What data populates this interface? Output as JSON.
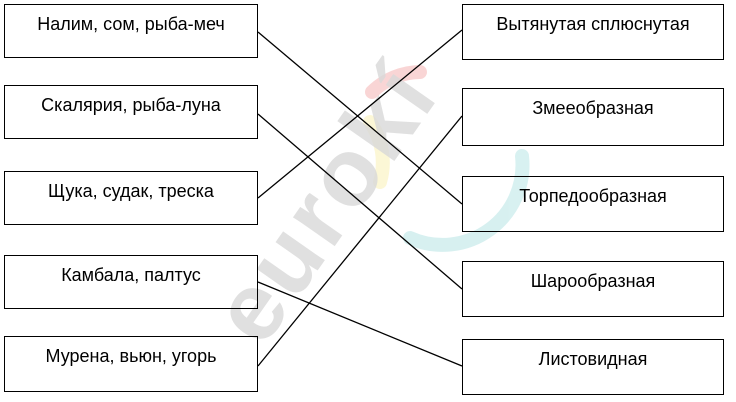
{
  "diagram": {
    "left_items": [
      {
        "label": "Налим, сом, рыба-меч"
      },
      {
        "label": "Скалярия, рыба-луна"
      },
      {
        "label": "Щука, судак, треска"
      },
      {
        "label": "Камбала, палтус"
      },
      {
        "label": "Мурена, вьюн, угорь"
      }
    ],
    "right_items": [
      {
        "label": "Вытянутая сплюснутая"
      },
      {
        "label": "Змееобразная"
      },
      {
        "label": "Торпедообразная"
      },
      {
        "label": "Шарообразная"
      },
      {
        "label": "Листовидная"
      }
    ],
    "connections": [
      {
        "from": 0,
        "to": 2
      },
      {
        "from": 1,
        "to": 3
      },
      {
        "from": 2,
        "to": 0
      },
      {
        "from": 3,
        "to": 4
      },
      {
        "from": 4,
        "to": 1
      }
    ],
    "line_color": "#000000"
  },
  "watermark": {
    "text": "eurokí",
    "colors": [
      "#f08a8a",
      "#f7e98c",
      "#8fd6d6"
    ]
  }
}
